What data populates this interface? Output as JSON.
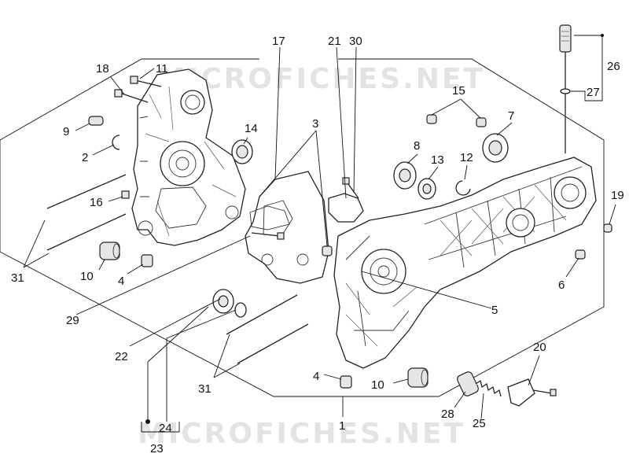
{
  "watermark": "MICROFICHES.NET",
  "callouts": {
    "c1": "1",
    "c2": "2",
    "c3": "3",
    "c4a": "4",
    "c4b": "4",
    "c5": "5",
    "c6": "6",
    "c7": "7",
    "c8": "8",
    "c9": "9",
    "c10a": "10",
    "c10b": "10",
    "c11": "11",
    "c12": "12",
    "c13": "13",
    "c14": "14",
    "c15": "15",
    "c16": "16",
    "c17": "17",
    "c18": "18",
    "c19": "19",
    "c20": "20",
    "c21": "21",
    "c22": "22",
    "c23": "23",
    "c24": "24",
    "c25": "25",
    "c26": "26",
    "c27": "27",
    "c28": "28",
    "c29": "29",
    "c30": "30",
    "c31a": "31",
    "c31b": "31"
  }
}
